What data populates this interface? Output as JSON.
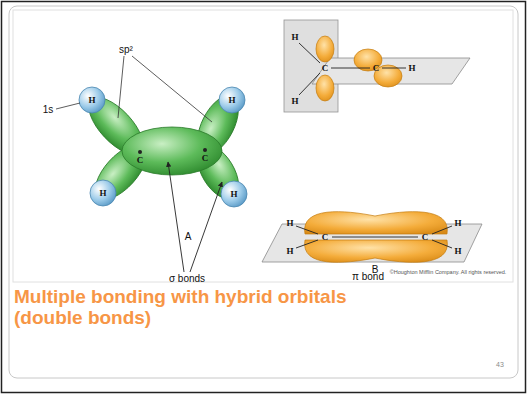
{
  "diagram": {
    "title": "Multiple bonding with hybrid orbitals (double bonds)",
    "labels": [
      "sp²",
      "1s",
      "H",
      "H",
      "H",
      "H",
      "C",
      "C",
      "A",
      "H",
      "H",
      "C",
      "C",
      "H",
      "H",
      "H",
      "C",
      "C",
      "H",
      "H",
      "B",
      "σ bonds",
      "π bond",
      "©Houghton Mifflin Company. All rights reserved.",
      "43"
    ]
  }
}
